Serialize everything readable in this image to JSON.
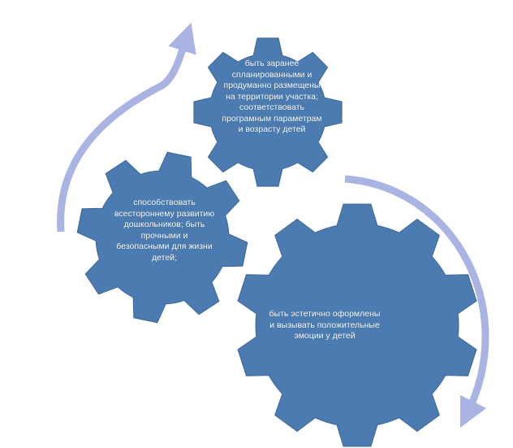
{
  "colors": {
    "gear": "#4b7bb1",
    "gear_edge": "#3c6897",
    "arrow": "#aab4e2"
  },
  "gears": [
    {
      "text": "быть заранее спланированными и продуманно размещены на территории участка; соответствовать програмным параметрам и возрасту детей"
    },
    {
      "text": "способствовать всестороннему развитию дошкольников; быть прочными и безопасными для жизни детей;"
    },
    {
      "text": "быть эстетично оформлены и вызывать положительные эмоции у детей"
    }
  ]
}
